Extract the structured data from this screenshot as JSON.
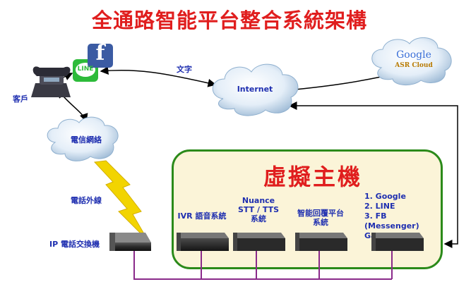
{
  "title": "全通路智能平台整合系統架構",
  "labels": {
    "customer": "客戶",
    "telecom_network": "電信網絡",
    "external_line": "電話外線",
    "ip_pbx": "IP 電話交換機",
    "internet": "Internet",
    "text_msg": "文字",
    "line_logo": "LINE",
    "facebook_logo": "f",
    "google_logo": "Google",
    "asr_cloud": "ASR Cloud"
  },
  "virtual_host": {
    "title": "虛擬主機",
    "servers": [
      {
        "label": "IVR 語音系統"
      },
      {
        "label_line1": "Nuance",
        "label_line2": "STT / TTS",
        "label_line3": "系統"
      },
      {
        "label_line1": "智能回覆平台",
        "label_line2": "系統"
      },
      {
        "gateway_items": [
          "1.  Google",
          "2.  LINE",
          "3.  FB (Messenger)"
        ],
        "gateway_label": "Gateway"
      }
    ]
  },
  "colors": {
    "title_red": "#e01e1e",
    "label_blue": "#1f2fb0",
    "box_border_green": "#2b8a1a",
    "box_fill": "#fbf4d8",
    "wire_purple": "#8a2a8a",
    "lightning_yellow": "#f2d400"
  },
  "icons": [
    "telephone-icon",
    "line-icon",
    "facebook-icon",
    "cloud-icon",
    "google-asr-cloud-icon",
    "server-icon",
    "pbx-switch-icon",
    "lightning-icon"
  ]
}
